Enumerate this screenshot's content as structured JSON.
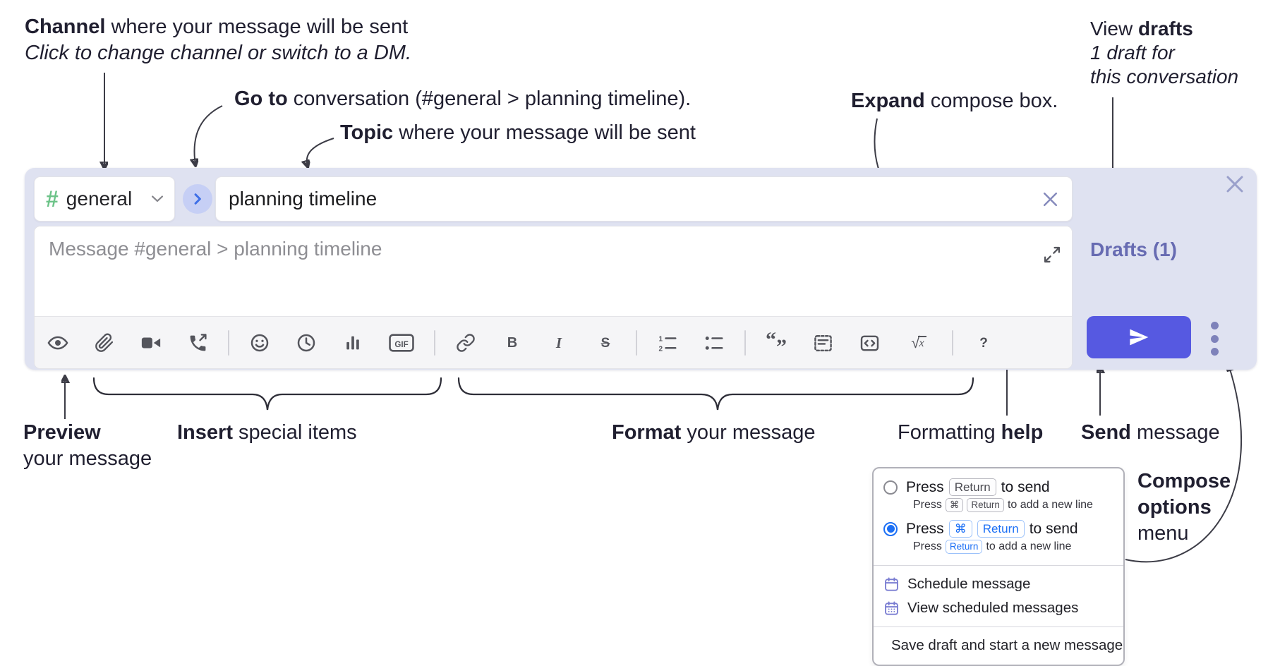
{
  "annotations": {
    "channel": {
      "bold": "Channel",
      "rest": " where your message will be sent",
      "line2": "Click to change channel or switch to a DM."
    },
    "goto": {
      "bold": "Go to",
      "rest": " conversation (#general > planning timeline)."
    },
    "topic": {
      "bold": "Topic",
      "rest": " where your message will be sent"
    },
    "expand": {
      "bold": "Expand",
      "rest": " compose box."
    },
    "drafts": {
      "pre": "View ",
      "bold": "drafts",
      "line2": "1 draft for",
      "line3": "this conversation"
    },
    "preview": {
      "bold": "Preview",
      "line2": "your message"
    },
    "insert": {
      "bold": "Insert",
      "rest": " special items"
    },
    "format": {
      "bold": "Format",
      "rest": " your message"
    },
    "help": {
      "pre": "Formatting ",
      "bold": "help"
    },
    "send": {
      "bold": "Send",
      "rest": " message"
    },
    "compose_options": {
      "line1": "Compose",
      "line2": "options",
      "line3": "menu"
    }
  },
  "composer": {
    "channel": {
      "hash": "#",
      "label": "general"
    },
    "topic_value": "planning timeline",
    "placeholder": "Message #general > planning timeline",
    "drafts_link": "Drafts (1)",
    "toolbar_icons": [
      "eye",
      "paperclip",
      "video-camera",
      "phone-call",
      "emoji",
      "clock",
      "bar-chart",
      "gif",
      "link",
      "bold",
      "italic",
      "strikethrough",
      "ordered-list",
      "bulleted-list",
      "blockquote",
      "code-block",
      "code",
      "formula",
      "help"
    ],
    "glyphs": {
      "gif": "GIF",
      "bold": "B",
      "italic": "I",
      "strike": "S",
      "num1": "1",
      "num2": "2",
      "quote_open": "“",
      "quote_close": "”",
      "sqrt_sign": "√",
      "sqrt_var": "x",
      "help": "?"
    }
  },
  "menu": {
    "options": [
      {
        "selected": false,
        "main": {
          "press": "Press",
          "key1": "Return",
          "after": "to send"
        },
        "sub": {
          "press": "Press",
          "key1": "⌘",
          "key2": "Return",
          "after": "to add a new line"
        }
      },
      {
        "selected": true,
        "main": {
          "press": "Press",
          "key1": "⌘",
          "key2": "Return",
          "after": "to send"
        },
        "sub": {
          "press": "Press",
          "key1": "Return",
          "after": "to add a new line"
        }
      }
    ],
    "items": [
      {
        "icon": "calendar-icon",
        "label": "Schedule message"
      },
      {
        "icon": "calendar-scheduled-icon",
        "label": "View scheduled messages"
      },
      {
        "icon": "save-draft-icon",
        "label": "Save draft and start a new message"
      }
    ]
  },
  "colors": {
    "panel_bg": "#dfe2f1",
    "send_button": "#5659e1",
    "hash_green": "#6cc388",
    "goto_chevron": "#3e6fe7",
    "goto_bg": "#c6cff5",
    "drafts_link": "#676bb2",
    "radio_selected": "#1b6ff5",
    "menu_icon_purple": "#7b7ed2",
    "toolbar_icon": "#54555c"
  }
}
